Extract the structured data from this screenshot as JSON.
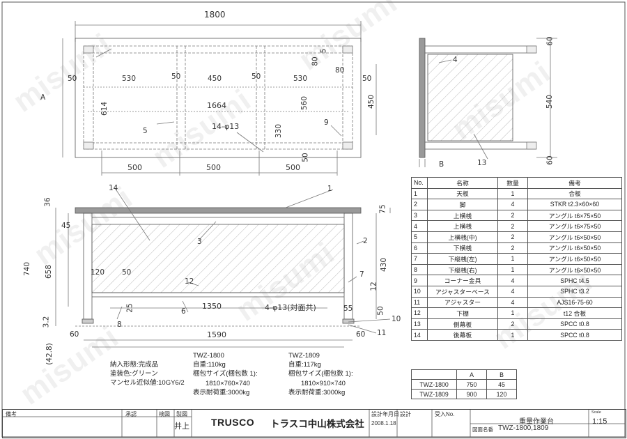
{
  "watermark": "misumi",
  "top_view": {
    "overall": "1800",
    "side_label": "A",
    "d50a": "50",
    "d530a": "530",
    "d50b": "50",
    "d450": "450",
    "d50c": "50",
    "d530b": "530",
    "d50d": "50",
    "d614": "614",
    "d1664": "1664",
    "d560": "560",
    "d450v": "450",
    "d330": "330",
    "d80a": "80",
    "d80b": "80",
    "d5": "5",
    "d50e": "50",
    "hole": "14-φ13",
    "d500a": "500",
    "d500b": "500",
    "d500c": "500",
    "tag5": "5",
    "tag9": "9"
  },
  "side_view": {
    "d60a": "60",
    "d540": "540",
    "d60b": "60",
    "B": "B",
    "tag4": "4",
    "tag13": "13"
  },
  "front_view": {
    "d36": "36",
    "d45": "45",
    "d740": "740",
    "d658": "658",
    "d3_2": "3.2",
    "d42_8": "(42.8)",
    "d75": "75",
    "d430": "430",
    "d12": "12",
    "d50": "50",
    "d120": "120",
    "d50b": "50",
    "d25": "25",
    "d1350": "1350",
    "hole": "4-φ13(対面共)",
    "d55": "55",
    "d60a": "60",
    "d1590": "1590",
    "d60b": "60",
    "tag14": "14",
    "tag1": "1",
    "tag3": "3",
    "tag2": "2",
    "tag12": "12",
    "tag7": "7",
    "tag6": "6",
    "tag8": "8",
    "tag10": "10",
    "tag11": "11"
  },
  "parts_table": {
    "headers": [
      "No.",
      "名称",
      "数量",
      "備考"
    ],
    "rows": [
      [
        "1",
        "天板",
        "1",
        "合板"
      ],
      [
        "2",
        "脚",
        "4",
        "STKR t2.3×60×60"
      ],
      [
        "3",
        "上横桟",
        "2",
        "アングル t6×75×50"
      ],
      [
        "4",
        "上横桟",
        "2",
        "アングル t6×75×50"
      ],
      [
        "5",
        "上横桟(中)",
        "2",
        "アングル t6×50×50"
      ],
      [
        "6",
        "下横桟",
        "2",
        "アングル t6×50×50"
      ],
      [
        "7",
        "下縦桟(左)",
        "1",
        "アングル t6×50×50"
      ],
      [
        "8",
        "下縦桟(右)",
        "1",
        "アングル t6×50×50"
      ],
      [
        "9",
        "コーナー金具",
        "4",
        "SPHC t4.5"
      ],
      [
        "10",
        "アジャスターベース",
        "4",
        "SPHC t3.2"
      ],
      [
        "11",
        "アジャスター",
        "4",
        "AJS16-75-60"
      ],
      [
        "12",
        "下棚",
        "1",
        "t12 合板"
      ],
      [
        "13",
        "側幕板",
        "2",
        "SPCC t0.8"
      ],
      [
        "14",
        "後幕板",
        "1",
        "SPCC t0.8"
      ]
    ]
  },
  "ab_table": {
    "headers": [
      "",
      "A",
      "B"
    ],
    "rows": [
      [
        "TWZ-1800",
        "750",
        "45"
      ],
      [
        "TWZ-1809",
        "900",
        "120"
      ]
    ]
  },
  "specs": {
    "labels": [
      "納入形態:完成品",
      "塗装色:グリーン",
      "マンセル近似値:10GY6/2"
    ],
    "model1": [
      "TWZ-1800",
      "自重:110kg",
      "梱包サイズ(梱包数 1):",
      "1810×760×740",
      "表示耐荷重:3000kg"
    ],
    "model2": [
      "TWZ-1809",
      "自重:117kg",
      "梱包サイズ(梱包数 1):",
      "1810×910×740",
      "表示耐荷重:3000kg"
    ]
  },
  "title_block": {
    "bikou": "備考",
    "shonin": "承認",
    "ken": "検図",
    "zu": "製図",
    "drafter": "井上",
    "brand_en": "TRUSCO",
    "brand_jp": "トラスコ中山株式会社",
    "design_date_label": "設計年月日",
    "design_date": "2008.1.18",
    "sekkei": "設計",
    "juryo": "受入No.",
    "title": "重量作業台",
    "drawing_no_label": "図面名番",
    "drawing_no": "TWZ-1800,1809",
    "scale_label": "Scale",
    "scale": "1:15"
  }
}
